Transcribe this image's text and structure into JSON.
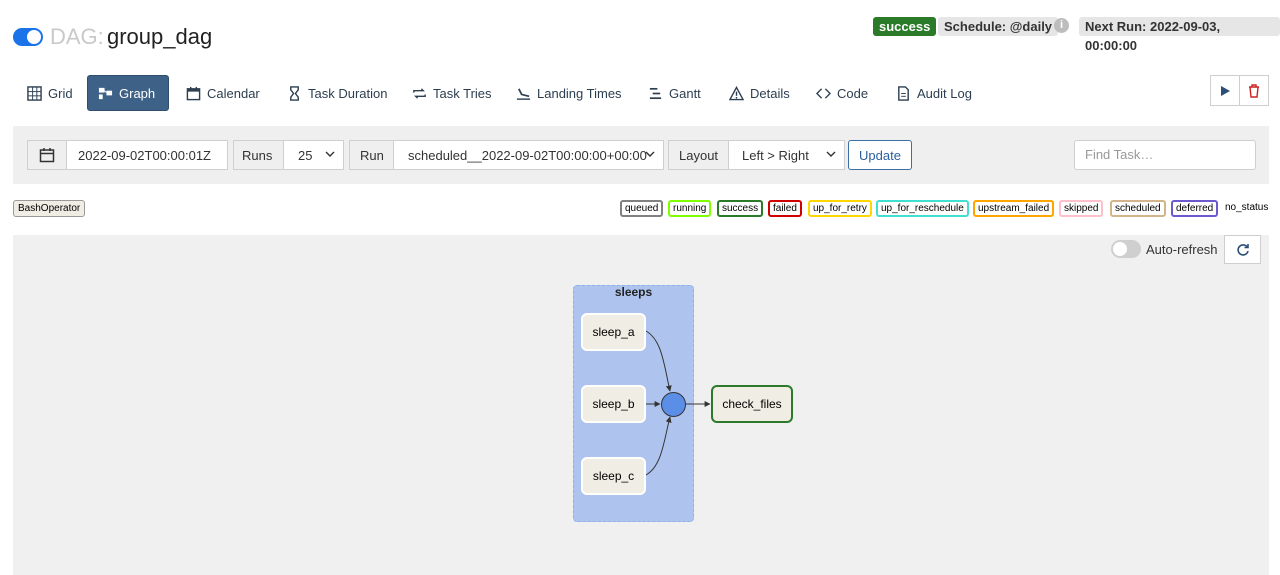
{
  "header": {
    "dag_prefix": "DAG:",
    "dag_name": "group_dag",
    "status": "success",
    "schedule": "Schedule: @daily",
    "next_run": "Next Run: 2022-09-03, 00:00:00",
    "info_glyph": "i"
  },
  "tabs": [
    {
      "label": "Grid",
      "icon": "grid-icon"
    },
    {
      "label": "Graph",
      "icon": "graph-icon",
      "active": true
    },
    {
      "label": "Calendar",
      "icon": "calendar-icon"
    },
    {
      "label": "Task Duration",
      "icon": "hourglass-icon"
    },
    {
      "label": "Task Tries",
      "icon": "repeat-icon"
    },
    {
      "label": "Landing Times",
      "icon": "landing-icon"
    },
    {
      "label": "Gantt",
      "icon": "gantt-icon"
    },
    {
      "label": "Details",
      "icon": "warning-icon"
    },
    {
      "label": "Code",
      "icon": "code-icon"
    },
    {
      "label": "Audit Log",
      "icon": "file-icon"
    }
  ],
  "actions": {
    "trigger_icon": "play-icon",
    "delete_icon": "trash-icon"
  },
  "filters": {
    "date_value": "2022-09-02T00:00:01Z",
    "runs_label": "Runs",
    "runs_value": "25",
    "run_label": "Run",
    "run_value": "scheduled__2022-09-02T00:00:00+00:00",
    "layout_label": "Layout",
    "layout_value": "Left > Right",
    "update_label": "Update",
    "find_placeholder": "Find Task…"
  },
  "legend": {
    "operator": "BashOperator",
    "statuses": [
      {
        "label": "queued",
        "color": "#808080"
      },
      {
        "label": "running",
        "color": "#7fff00"
      },
      {
        "label": "success",
        "color": "#2a7a2a"
      },
      {
        "label": "failed",
        "color": "#d00000"
      },
      {
        "label": "up_for_retry",
        "color": "#ffd700"
      },
      {
        "label": "up_for_reschedule",
        "color": "#40e0d0"
      },
      {
        "label": "upstream_failed",
        "color": "#ffa500"
      },
      {
        "label": "skipped",
        "color": "#ffc0cb"
      },
      {
        "label": "scheduled",
        "color": "#d2b48c"
      },
      {
        "label": "deferred",
        "color": "#6a5acd"
      }
    ],
    "no_status": "no_status"
  },
  "graph": {
    "auto_refresh_label": "Auto-refresh",
    "group_label": "sleeps",
    "tasks": {
      "sleep_a": "sleep_a",
      "sleep_b": "sleep_b",
      "sleep_c": "sleep_c",
      "check_files": "check_files"
    }
  },
  "colors": {
    "accent": "#3e6287",
    "toggle_on": "#1a73e8",
    "group_fill": "#aec4ee",
    "join_node": "#5b8ee6",
    "success": "#2a7a2a"
  }
}
